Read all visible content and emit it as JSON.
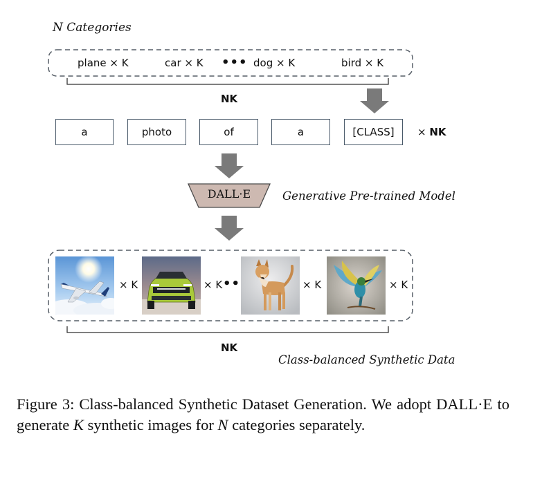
{
  "title": "N Categories",
  "categories": [
    {
      "label": "plane × K"
    },
    {
      "label": "car × K"
    },
    {
      "label": "dog × K"
    },
    {
      "label": "bird × K"
    }
  ],
  "ellipsis": "•••",
  "brace_label_top": "NK",
  "prompt_tokens": [
    "a",
    "photo",
    "of",
    "a",
    "[CLASS]"
  ],
  "prompt_multiplier_prefix": "×",
  "prompt_multiplier": "NK",
  "model": {
    "label": "DALL·E",
    "description": "Generative Pre-trained Model"
  },
  "images": [
    {
      "name": "plane-image",
      "multiplier": "× K"
    },
    {
      "name": "car-image",
      "multiplier": "× K"
    },
    {
      "name": "dog-image",
      "multiplier": "× K"
    },
    {
      "name": "bird-image",
      "multiplier": "× K"
    }
  ],
  "brace_label_bottom": "NK",
  "output_label": "Class-balanced Synthetic Data",
  "caption": {
    "prefix": "Figure 3: Class-balanced Synthetic Dataset Generation. We adopt DALL·E to generate ",
    "var_k": "K",
    "middle": " synthetic images for ",
    "var_n": "N",
    "suffix": " categories separately."
  },
  "colors": {
    "arrow": "#7a7a7a",
    "box_border": "#4a5a6a",
    "model_fill": "#cdb9b1",
    "dashed_border": "#555d66"
  }
}
